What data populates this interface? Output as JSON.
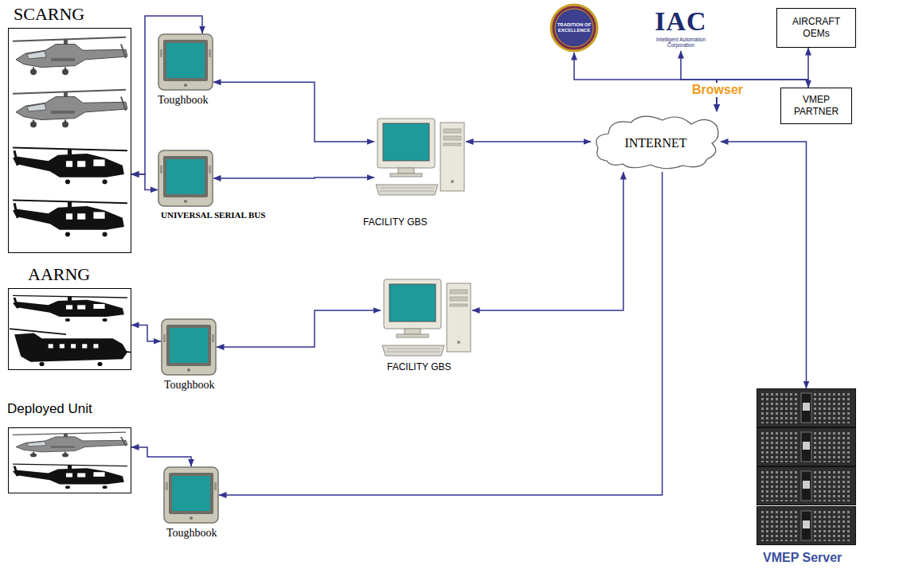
{
  "diagram": {
    "nodes": [
      {
        "text": [
          "SCARNG"
        ]
      },
      {
        "text": [
          "Toughbook"
        ]
      },
      {
        "text": [
          "UNIVERSAL SERIAL BUS"
        ]
      },
      {
        "text": [
          "FACILITY GBS"
        ]
      },
      {
        "text": [
          "AARNG"
        ]
      },
      {
        "text": [
          "Toughbook"
        ]
      },
      {
        "text": [
          "FACILITY GBS"
        ]
      },
      {
        "text": [
          "Deployed Unit"
        ]
      },
      {
        "text": [
          "Toughbook"
        ]
      },
      {
        "text": [
          "INTERNET"
        ]
      },
      {
        "text": [
          "VMEP Server"
        ]
      },
      {
        "text": [
          "TRADITION OF EXCELLENCE"
        ]
      },
      {
        "text": [
          "IAC",
          "Intelligent Automation Corporation"
        ]
      },
      {
        "text": [
          "AIRCRAFT OEMs"
        ]
      },
      {
        "text": [
          "VMEP PARTNER"
        ]
      }
    ],
    "edges": [
      {
        "from": 0,
        "to": 1,
        "arrow": "both"
      },
      {
        "from": 0,
        "to": 2,
        "arrow": "both"
      },
      {
        "from": 1,
        "to": 3,
        "arrow": "both"
      },
      {
        "from": 2,
        "to": 3,
        "arrow": "both"
      },
      {
        "from": 3,
        "to": 9,
        "arrow": "both"
      },
      {
        "from": 4,
        "to": 5,
        "arrow": "both"
      },
      {
        "from": 5,
        "to": 6,
        "arrow": "both"
      },
      {
        "from": 6,
        "to": 9,
        "arrow": "both"
      },
      {
        "from": 9,
        "to": 8,
        "arrow": "to"
      },
      {
        "from": 7,
        "to": 8,
        "arrow": "both"
      },
      {
        "from": 9,
        "to": 10,
        "arrow": "both"
      },
      {
        "from": 9,
        "to": 11,
        "arrow": "both"
      },
      {
        "from": 9,
        "to": 12,
        "arrow": "both"
      },
      {
        "from": 9,
        "to": 13,
        "arrow": "both"
      },
      {
        "from": 9,
        "to": 14,
        "arrow": "both"
      }
    ],
    "labels": [
      "Browser"
    ]
  }
}
